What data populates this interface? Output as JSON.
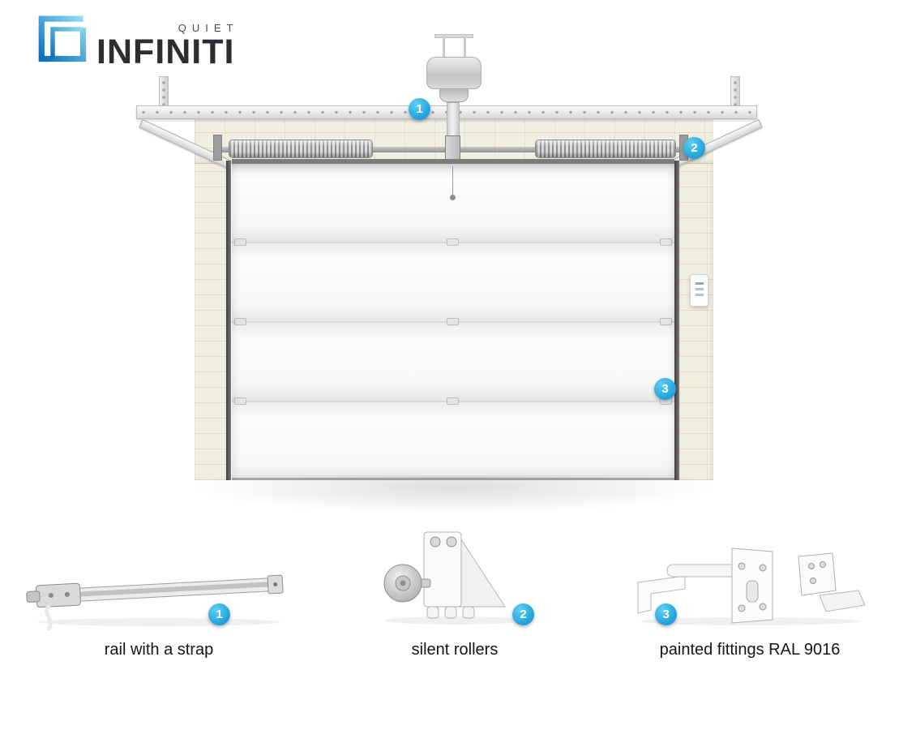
{
  "logo": {
    "tagline": "QUIET",
    "brand": "INFINITI"
  },
  "callouts": [
    {
      "number": "1"
    },
    {
      "number": "2"
    },
    {
      "number": "3"
    }
  ],
  "legend": [
    {
      "number": "1",
      "label": "rail with a strap"
    },
    {
      "number": "2",
      "label": "silent rollers"
    },
    {
      "number": "3",
      "label": "painted fittings RAL 9016"
    }
  ],
  "colors": {
    "callout_blue": "#29abe2",
    "brand_text": "#2d2d31",
    "wall_brick": "#f1eee2",
    "door_white": "#f6f6f6"
  },
  "icons": {
    "logo_mark": "square-bracket-logo",
    "scene": "sectional-garage-door-diagram"
  }
}
